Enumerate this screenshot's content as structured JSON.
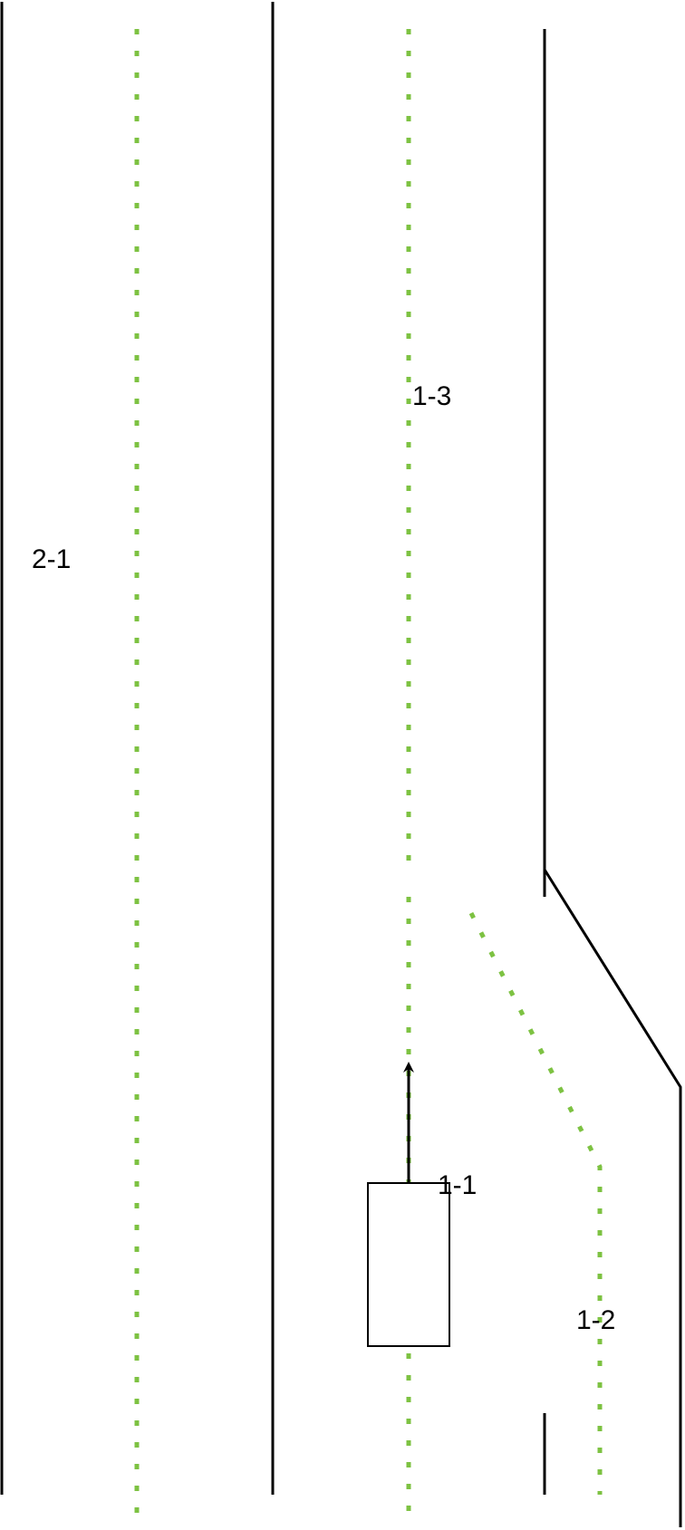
{
  "labels": {
    "lane_2_1": "2-1",
    "lane_1_3": "1-3",
    "lane_1_1": "1-1",
    "lane_1_2": "1-2"
  },
  "colors": {
    "boundary_line": "#000000",
    "lane_center_line": "#7dc242",
    "vehicle_outline": "#000000",
    "background": "#ffffff"
  }
}
